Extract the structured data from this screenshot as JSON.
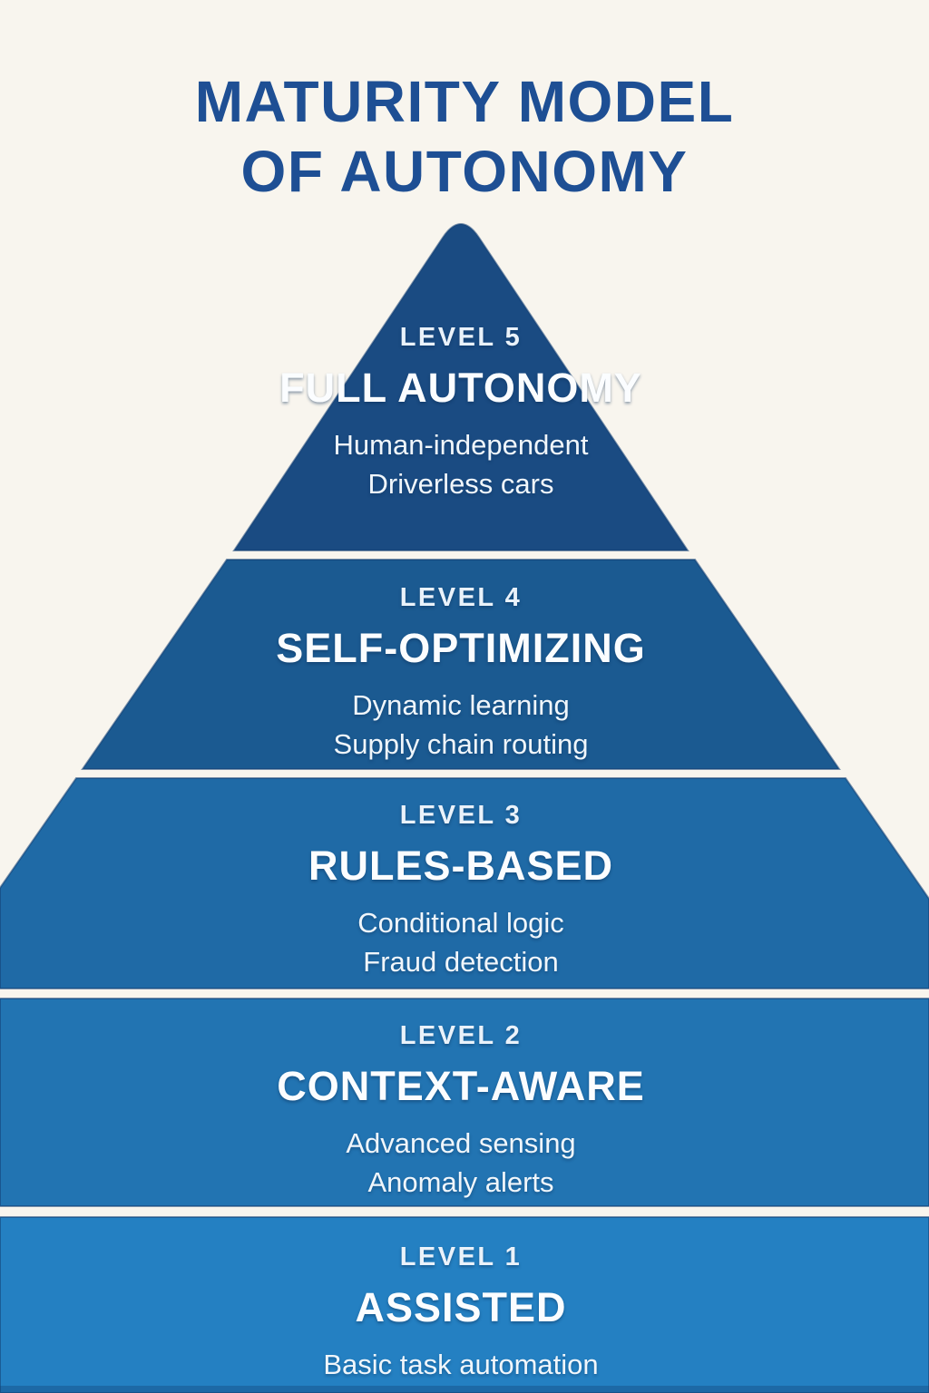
{
  "title": {
    "line1": "MATURITY MODEL",
    "line2": "OF AUTONOMY"
  },
  "colors": {
    "background": "#f8f5ee",
    "title_text": "#1e4f94",
    "tier_text": "#f3f8fc",
    "tier_stroke": "#123e72"
  },
  "pyramid": {
    "levels": [
      {
        "label": "LEVEL 5",
        "name": "FULL AUTONOMY",
        "descriptions": [
          "Human-independent",
          "Driverless cars"
        ],
        "color": "#1a4b82"
      },
      {
        "label": "LEVEL 4",
        "name": "SELF-OPTIMIZING",
        "descriptions": [
          "Dynamic learning",
          "Supply chain routing"
        ],
        "color": "#1b5a91"
      },
      {
        "label": "LEVEL 3",
        "name": "RULES-BASED",
        "descriptions": [
          "Conditional logic",
          "Fraud detection"
        ],
        "color": "#1f6aa6"
      },
      {
        "label": "LEVEL 2",
        "name": "CONTEXT-AWARE",
        "descriptions": [
          "Advanced sensing",
          "Anomaly alerts"
        ],
        "color": "#2274b2"
      },
      {
        "label": "LEVEL 1",
        "name": "ASSISTED",
        "descriptions": [
          "Basic task automation"
        ],
        "color": "#2480c2"
      }
    ]
  }
}
